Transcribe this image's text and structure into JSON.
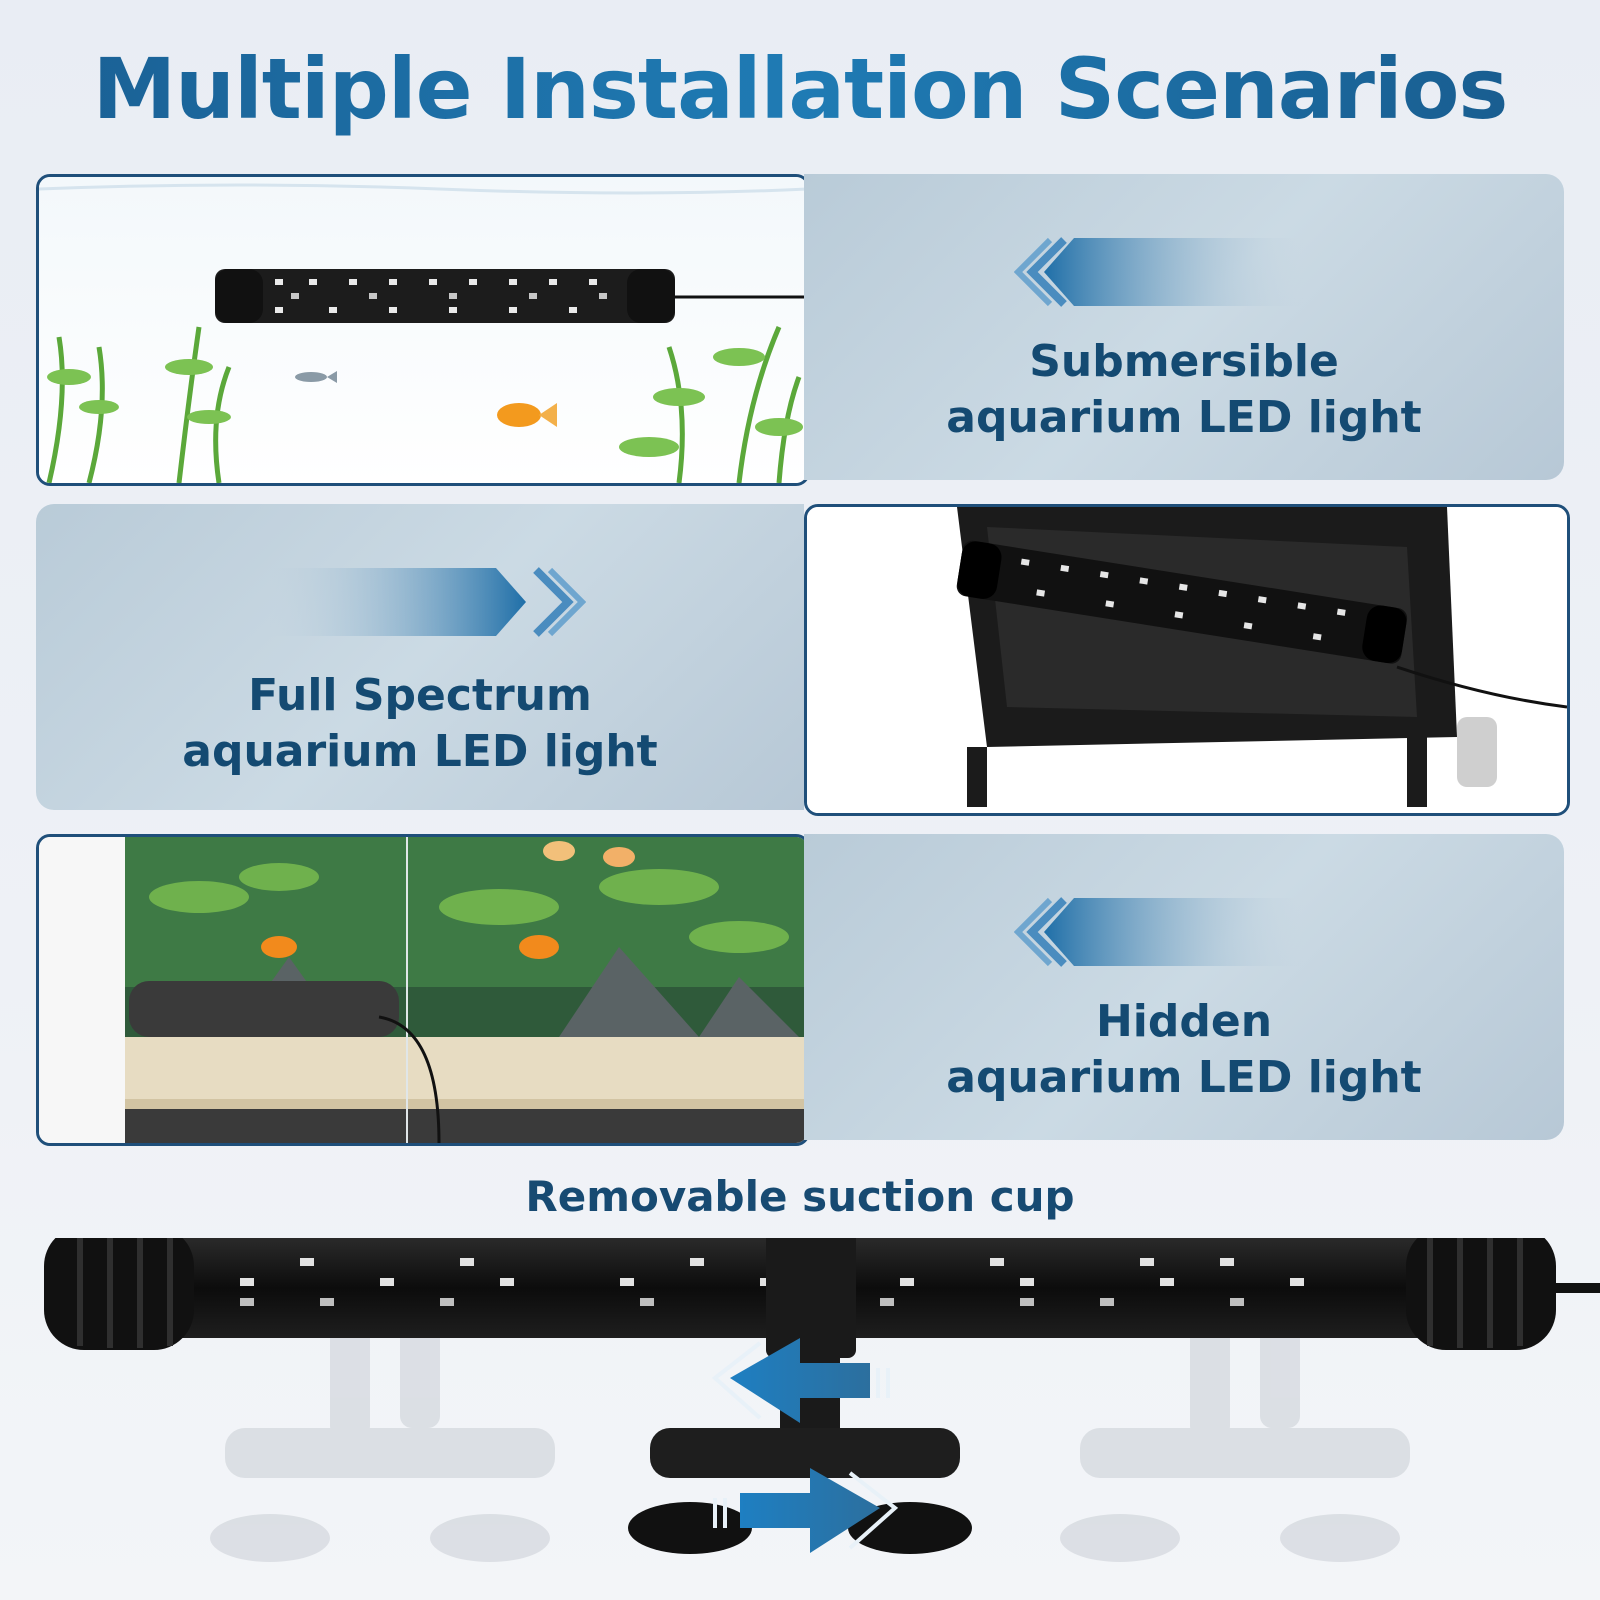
{
  "title": "Multiple Installation Scenarios",
  "scenarios": [
    {
      "line1": "Submersible",
      "line2": "aquarium LED light"
    },
    {
      "line1": "Full Spectrum",
      "line2": "aquarium LED light"
    },
    {
      "line1": "Hidden",
      "line2": "aquarium LED light"
    }
  ],
  "feature_label": "Removable suction cup",
  "colors": {
    "accent": "#1f7bb4",
    "text": "#144a72",
    "panel": "#c3d3df"
  }
}
